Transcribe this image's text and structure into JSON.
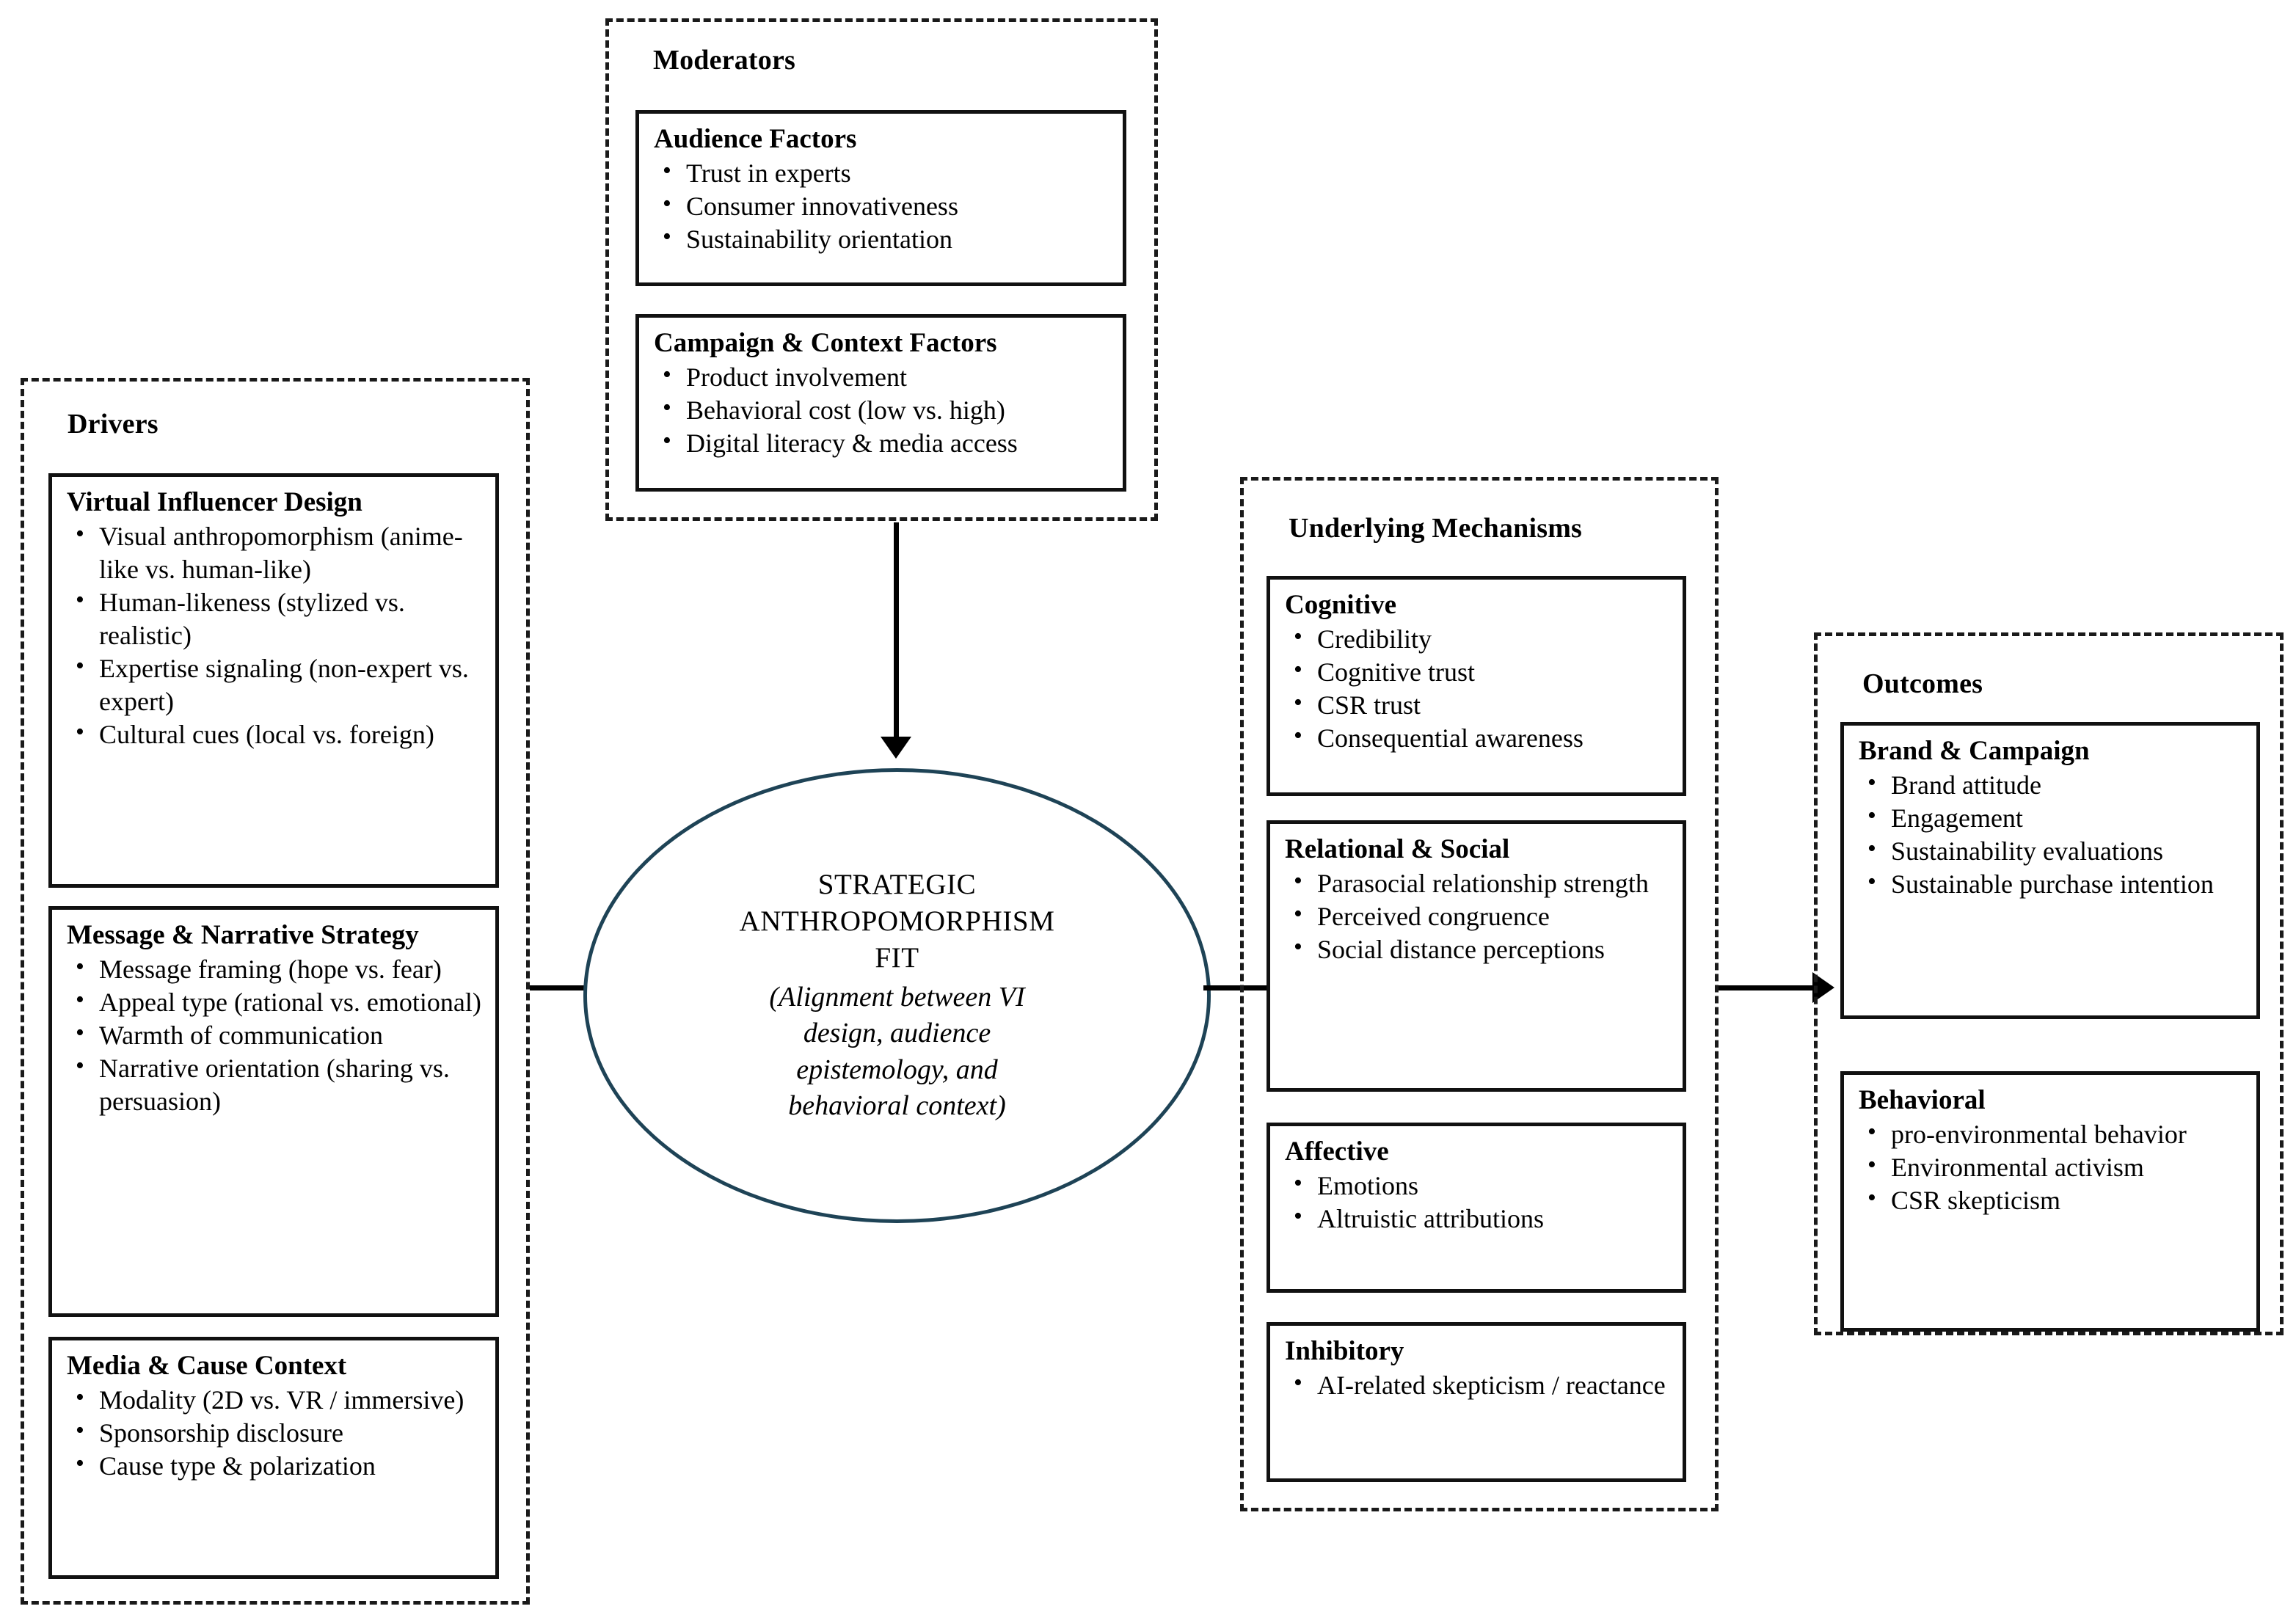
{
  "figure": {
    "kind": "conceptual-framework-diagram",
    "accent_color": "#1e4356",
    "line_color": "#111111"
  },
  "drivers": {
    "title": "Drivers",
    "boxes": [
      {
        "title": "Virtual Influencer Design",
        "items": [
          "Visual anthropomorphism (anime-like vs. human-like)",
          "Human-likeness (stylized vs. realistic)",
          "Expertise signaling (non-expert vs. expert)",
          "Cultural cues (local vs. foreign)"
        ]
      },
      {
        "title": "Message & Narrative Strategy",
        "items": [
          "Message framing (hope vs. fear)",
          "Appeal type (rational vs. emotional)",
          "Warmth of communication",
          "Narrative orientation (sharing vs. persuasion)"
        ]
      },
      {
        "title": "Media & Cause Context",
        "items": [
          "Modality (2D vs. VR / immersive)",
          "Sponsorship disclosure",
          "Cause type & polarization"
        ]
      }
    ]
  },
  "moderators": {
    "title": "Moderators",
    "boxes": [
      {
        "title": "Audience Factors",
        "items": [
          "Trust in experts",
          "Consumer innovativeness",
          "Sustainability orientation"
        ]
      },
      {
        "title": "Campaign & Context Factors",
        "items": [
          "Product involvement",
          "Behavioral cost (low vs. high)",
          "Digital literacy & media access"
        ]
      }
    ]
  },
  "core": {
    "heading": "STRATEGIC ANTHROPOMORPHISM FIT",
    "subtext": "(Alignment between VI design, audience epistemology, and behavioral context)"
  },
  "mechanisms": {
    "title": "Underlying Mechanisms",
    "boxes": [
      {
        "title": "Cognitive",
        "items": [
          "Credibility",
          "Cognitive trust",
          "CSR trust",
          "Consequential awareness"
        ]
      },
      {
        "title": "Relational & Social",
        "items": [
          "Parasocial relationship strength",
          "Perceived congruence",
          "Social distance perceptions"
        ]
      },
      {
        "title": "Affective",
        "items": [
          "Emotions",
          "Altruistic attributions"
        ]
      },
      {
        "title": "Inhibitory",
        "items": [
          "AI-related skepticism / reactance"
        ]
      }
    ]
  },
  "outcomes": {
    "title": "Outcomes",
    "boxes": [
      {
        "title": "Brand & Campaign",
        "items": [
          "Brand attitude",
          "Engagement",
          "Sustainability evaluations",
          "Sustainable purchase intention"
        ]
      },
      {
        "title": "Behavioral",
        "items": [
          "pro-environmental behavior",
          "Environmental activism",
          "CSR skepticism"
        ]
      }
    ]
  },
  "arrows": [
    {
      "name": "moderators-to-core",
      "direction": "down"
    },
    {
      "name": "drivers-to-core",
      "direction": "right"
    },
    {
      "name": "core-to-mechanisms",
      "direction": "right"
    },
    {
      "name": "mechanisms-to-outcomes",
      "direction": "right"
    }
  ],
  "bullet_glyph": "•"
}
